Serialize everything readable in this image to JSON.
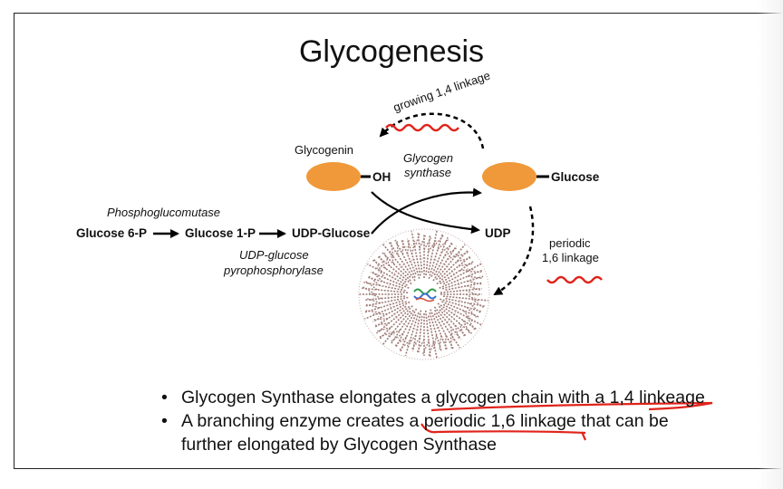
{
  "slide": {
    "title": "Glycogenesis"
  },
  "diagram": {
    "glycogenin_label": "Glycogenin",
    "oh_label": "OH",
    "glucose_label": "Glucose",
    "synthase_line1": "Glycogen",
    "synthase_line2": "synthase",
    "growing_label": "growing 1,4 linkage",
    "phosphoglucomutase": "Phosphoglucomutase",
    "glucose6p": "Glucose 6-P",
    "glucose1p": "Glucose 1-P",
    "udp_glucose": "UDP-Glucose",
    "udp": "UDP",
    "pyro_line1": "UDP-glucose",
    "pyro_line2": "pyrophosphorylase",
    "periodic_line1": "periodic",
    "periodic_line2": "1,6 linkage",
    "colors": {
      "enzyme_orange": "#f0993a",
      "annotation_red": "#e0241b",
      "glycogen_branch": "#9e7c76"
    }
  },
  "bullets": [
    "Glycogen Synthase elongates a glycogen chain with a 1,4 linkeage",
    "A branching enzyme creates a periodic 1,6 linkage that can be further elongated by Glycogen Synthase"
  ]
}
